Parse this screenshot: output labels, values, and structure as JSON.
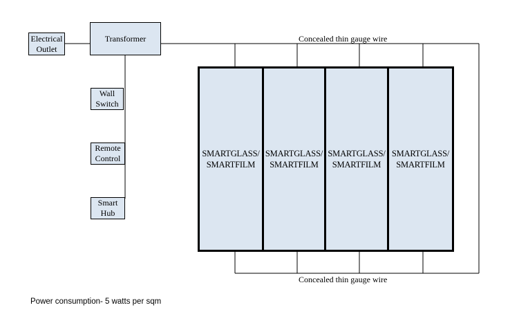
{
  "devices": {
    "outlet": {
      "line1": "Electrical",
      "line2": "Outlet"
    },
    "transformer": {
      "label": "Transformer"
    },
    "wall_switch": {
      "line1": "Wall",
      "line2": "Switch"
    },
    "remote_control": {
      "line1": "Remote",
      "line2": "Control"
    },
    "smart_hub": {
      "line1": "Smart",
      "line2": "Hub"
    }
  },
  "panels": [
    {
      "line1": "SMARTGLASS/",
      "line2": "SMARTFILM"
    },
    {
      "line1": "SMARTGLASS/",
      "line2": "SMARTFILM"
    },
    {
      "line1": "SMARTGLASS/",
      "line2": "SMARTFILM"
    },
    {
      "line1": "SMARTGLASS/",
      "line2": "SMARTFILM"
    }
  ],
  "wiring": {
    "top_label": "Concealed thin gauge wire",
    "bottom_label": "Concealed thin gauge wire"
  },
  "footnote": "Power consumption- 5 watts per sqm",
  "colors": {
    "box_fill": "#dce6f1",
    "line": "#000000",
    "background": "#ffffff"
  }
}
